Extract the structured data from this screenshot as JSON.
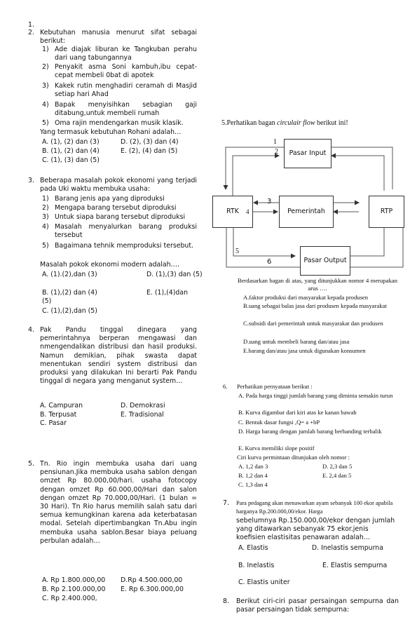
{
  "q1": {
    "num_first": "1.",
    "num": "2.",
    "stem": "Kebutuhan manusia menurut sifat sebagai berikut:",
    "items": [
      {
        "n": "1)",
        "t": "Ade diajak liburan ke Tangkuban perahu dari uang tabungannya"
      },
      {
        "n": "2)",
        "t": "Penyakit asma Soni kambuh,ibu cepat-cepat membeli 0bat di apotek"
      },
      {
        "n": "3)",
        "t": "Kakek rutin menghadiri ceramah di Masjid setiap hari Ahad"
      },
      {
        "n": "4)",
        "t": "Bapak menyisihkan sebagian gaji ditabung,untuk membeli rumah"
      },
      {
        "n": "5)",
        "t": "Oma rajin mendengarkan musik klasik."
      }
    ],
    "question": "Yang termasuk kebutuhan Rohani  adalah…",
    "options": {
      "A": "A.  (1), (2) dan (3)",
      "D": "D.  (2), (3) dan (4)",
      "B": "B.  (1), (2) dan (4)",
      "E": "E. (2), (4) dan (5)",
      "C": "C.  (1), (3) dan (5)"
    }
  },
  "q3": {
    "num": "3.",
    "stem": "Beberapa masalah pokok ekonomi yang terjadi pada Uki waktu membuka usaha:",
    "items": [
      {
        "n": "1)",
        "t": "Barang jenis apa yang diproduksi"
      },
      {
        "n": "2)",
        "t": "Mengapa barang tersebut diproduksi"
      },
      {
        "n": "3)",
        "t": "Untuk siapa barang tersebut diproduksi"
      },
      {
        "n": "4)",
        "t": "Masalah menyalurkan barang produksi tersebut"
      },
      {
        "n": "5)",
        "t": "Bagaimana tehnik memproduksi tersebut."
      }
    ],
    "question": "Masalah pokok  ekonomi modern adalah….",
    "options": {
      "A": "A.  (1).(2),dan (3)",
      "D": "D.  (1),(3) dan (5)",
      "B": "B.  (1),(2) dan (4) (5)",
      "E": "E.  (1),(4)dan",
      "C": "C.  (1),(2),dan (5)"
    }
  },
  "q4": {
    "num": "4.",
    "stem": "Pak Pandu tinggal dinegara yang pemerintahnya berperan mengawasi dan nmengendalikan distribusi dan hasil produksi. Namun demikian, pihak swasta dapat menentukan sendiri system distribusi dan produksi yang dilakukan Ini berarti Pak Pandu tinggal di negara yang menganut system…",
    "options": {
      "A": "A.  Campuran",
      "D": "D. Demokrasi",
      "B": "B.  Terpusat",
      "E": "E. Tradisional",
      "C": "C.  Pasar"
    }
  },
  "q5": {
    "num": "5.",
    "stem": "Tn. Rio ingin membuka usaha dari uang pensiunan.Jika membuka usaha sablon dengan omzet Rp 80.000,00/hari. usaha fotocopy dengan omzet Rp 60.000,00/Hari dan salon dengan omzet Rp 70.000,00/Hari. (1 bulan = 30 Hari). Tn Rio harus memilih salah satu dari semua kemungkinan karena ada keterbatasan modal. Setelah dipertimbangkan Tn.Abu ingin membuka usaha sablon.Besar biaya peluang perbulan adalah…",
    "options": {
      "A": "A.  Rp 1.800.000,00",
      "D": "D.Rp 4.500.000,00",
      "B": "B.  Rp 2.100.000,00",
      "E": "E. Rp 6.300.000,00",
      "C": "C.  Rp 2.400.000,"
    }
  },
  "q5b": {
    "title": "5.Perhatikan bagan ",
    "title_em": "circulair flow",
    "title_tail": " berikut ini!",
    "diagram": {
      "pasar_input": "Pasar Input",
      "rtk": "RTK",
      "pemerintah": "Pemerintah",
      "rtp": "RTP",
      "pasar_output": "Pasar Output",
      "n1": "1",
      "n2": "2",
      "n3": "3",
      "n4": "4",
      "n5": "5",
      "n6": "6"
    },
    "stem": "Berdasarkan bagan di atas, yang ditunjukkan nomor 4 merupakan arus ….",
    "options": [
      "A.faktor produksi dari masyarakat kepada produsen",
      "B.uang sebagai balas jasa dari produsen kepada masyarakat",
      "C.subsidi dari pemerintah untuk masyarakat dan produsen",
      "D.uang untuk membeli barang dan/atau jasa",
      "E.barang dan/atau jasa untuk digunakan konsumen"
    ]
  },
  "q6": {
    "num": "6.",
    "stem": "Perhatikan pernyataan berikut :",
    "items": [
      "A.   Pada harga tinggi jumlah barang yang diminta semakin turun",
      "B.   Kurva digambar dari kiri atas ke kanan bawah",
      "C.   Bentuk dasar fungsi ,Q= a +bP",
      "D.   Harga barang dengan jumlah barang berbanding terbalik",
      "E.   Kurva memiliki slope  positif"
    ],
    "question": "Ciri kurva permintaan ditunjukan oleh nomor :",
    "options": {
      "A": "A.  1,2 dan 3",
      "D": "D.  2,3 dan 5",
      "B": "B.  1,2 dan 4",
      "E": "E.  2,4 dan 5",
      "C": "C.  1,3 dan 4"
    }
  },
  "q7": {
    "num": "7.",
    "stem_serif": "Para pedagang akan menawarkan ayam sebanyak 100 ekor apabila harganya Rp.200.000,00/ekor. Harga",
    "stem_sans": "sebelumnya Rp.150.000,00/ekor dengan jumlah yang ditawarkan sebanyak 75 ekor.jenis koefisien elastisitas penawaran adalah…",
    "options": {
      "A": "A.  Elastis",
      "D": "D. Inelastis sempurna",
      "B": "B.  Inelastis",
      "E": "E. Elastis sempurna",
      "C": "C.  Elastis uniter"
    }
  },
  "q8": {
    "num": "8.",
    "stem": "Berikut ciri-ciri pasar persaingan sempurna dan pasar persaingan tidak sempurna:"
  }
}
